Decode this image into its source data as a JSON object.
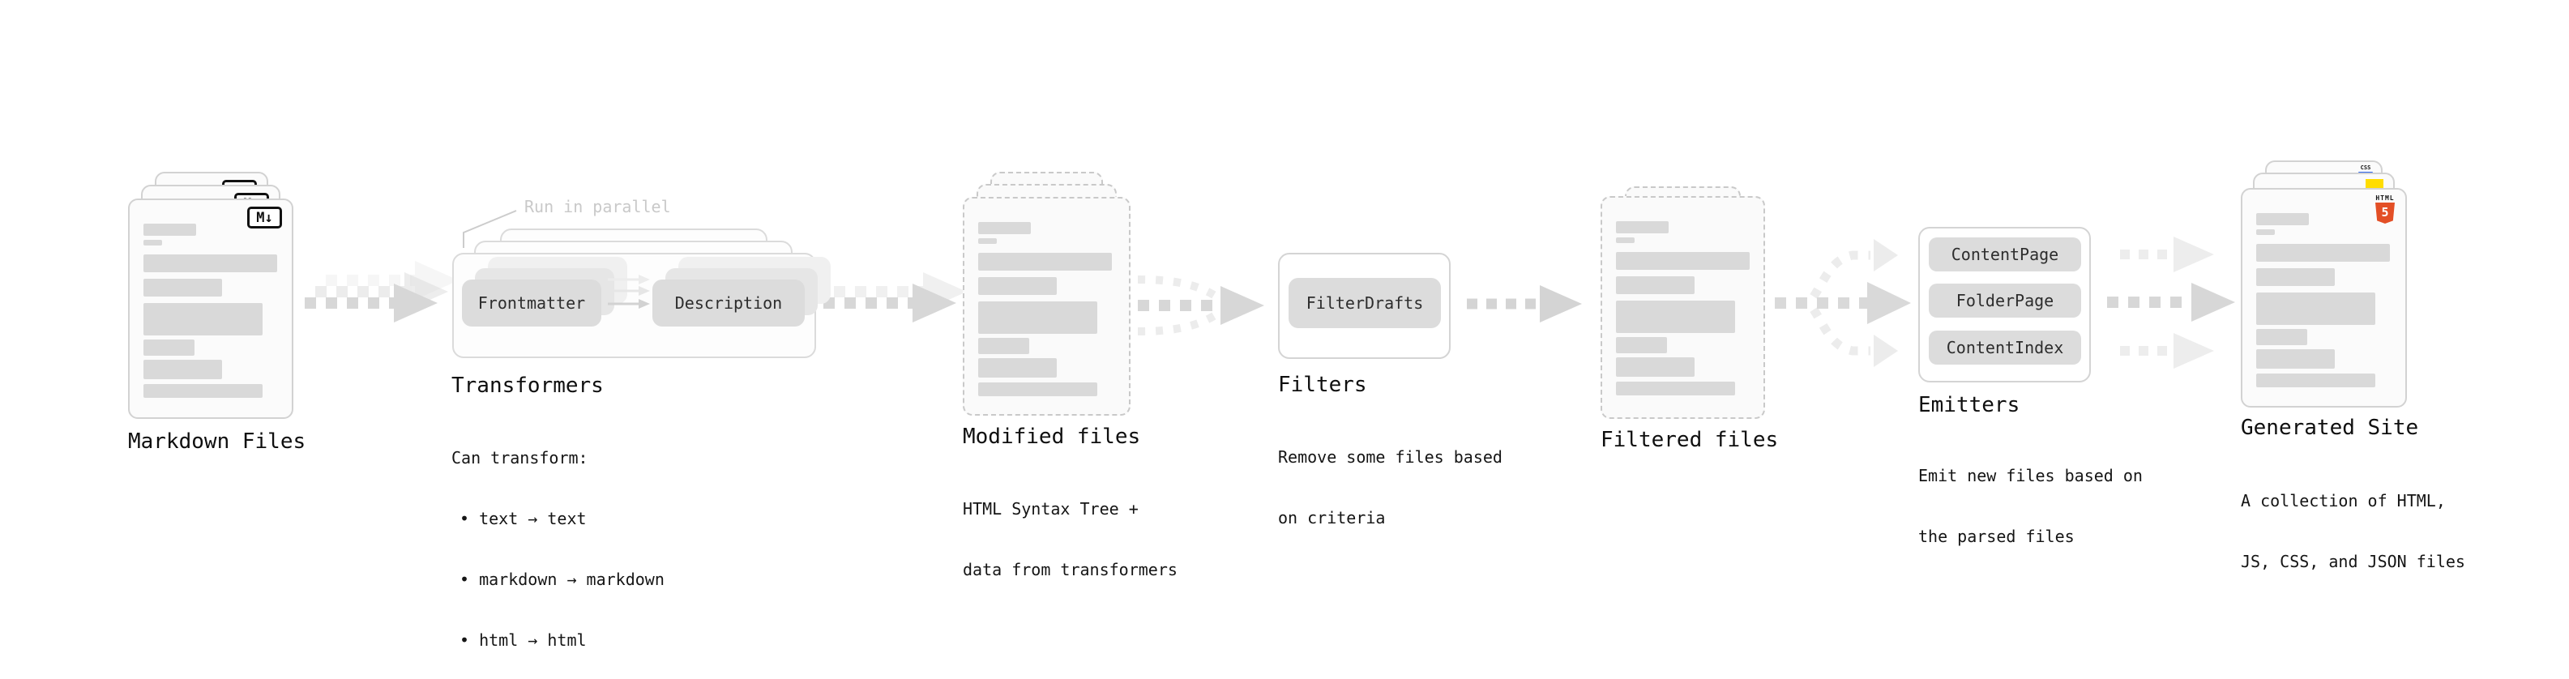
{
  "colors": {
    "html5_orange": "#e34f26",
    "js_yellow": "#ffdd00",
    "css_blue": "#2d63ea",
    "shape_gray": "#d9d9d9"
  },
  "stages": {
    "markdown": {
      "label": "Markdown Files",
      "badge": "M↓"
    },
    "transformers": {
      "label": "Transformers",
      "annotation": "Run in parallel",
      "pill_from": "Frontmatter",
      "pill_to": "Description",
      "desc_title": "Can transform:",
      "desc_items": [
        "• text → text",
        "• markdown → markdown",
        "• html → html"
      ]
    },
    "modified": {
      "label": "Modified files",
      "desc_lines": [
        "HTML Syntax Tree +",
        "data from transformers"
      ]
    },
    "filters": {
      "label": "Filters",
      "pill": "FilterDrafts",
      "desc_lines": [
        "Remove some files based",
        "on criteria"
      ]
    },
    "filtered": {
      "label": "Filtered files"
    },
    "emitters": {
      "label": "Emitters",
      "pills": [
        "ContentPage",
        "FolderPage",
        "ContentIndex"
      ],
      "desc_lines": [
        "Emit new files based on",
        "the parsed files"
      ]
    },
    "generated": {
      "label": "Generated Site",
      "badge_html": "HTML",
      "badge_html_number": "5",
      "badge_css": "CSS",
      "desc_lines": [
        "A collection of HTML,",
        "JS, CSS, and JSON files"
      ]
    }
  }
}
